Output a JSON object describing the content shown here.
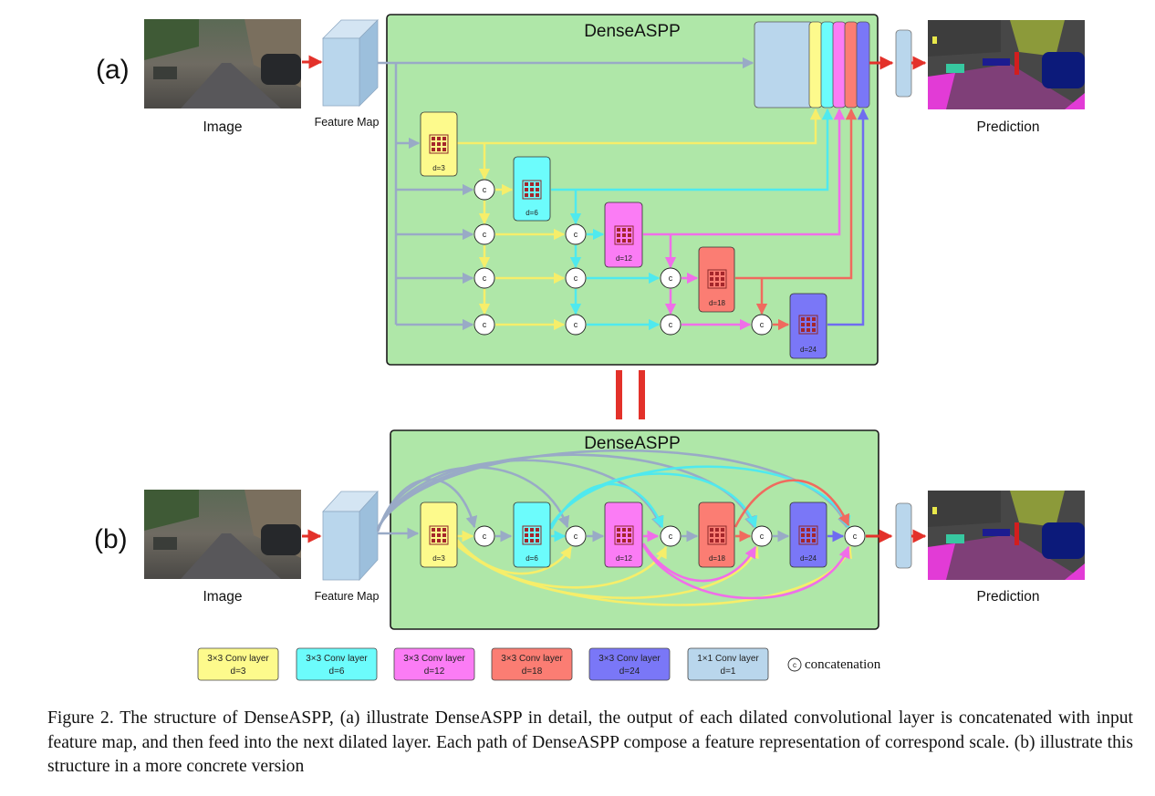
{
  "panel_a": {
    "label": "(a)",
    "title": "DenseASPP",
    "image_label": "Image",
    "feature_map_label": "Feature Map",
    "prediction_label": "Prediction",
    "layers": [
      "d=3",
      "d=6",
      "d=12",
      "d=18",
      "d=24"
    ],
    "concat_symbol": "c"
  },
  "equals_sign_color": "#e3312a",
  "panel_b": {
    "label": "(b)",
    "title": "DenseASPP",
    "image_label": "Image",
    "feature_map_label": "Feature Map",
    "prediction_label": "Prediction",
    "layers": [
      "d=3",
      "d=6",
      "d=12",
      "d=18",
      "d=24"
    ],
    "concat_symbol": "c"
  },
  "legend": {
    "items": [
      {
        "line1": "3×3 Conv layer",
        "line2": "d=3",
        "color": "#fdfa8c"
      },
      {
        "line1": "3×3 Conv layer",
        "line2": "d=6",
        "color": "#6cfcfc"
      },
      {
        "line1": "3×3 Conv layer",
        "line2": "d=12",
        "color": "#fb7cf5"
      },
      {
        "line1": "3×3 Conv layer",
        "line2": "d=18",
        "color": "#fb7d73"
      },
      {
        "line1": "3×3 Conv layer",
        "line2": "d=24",
        "color": "#7a77f7"
      },
      {
        "line1": "1×1 Conv layer",
        "line2": "d=1",
        "color": "#b9d6ec"
      }
    ],
    "concat_symbol": "c",
    "concat_label": "concatenation"
  },
  "colors": {
    "module_bg": "#afe7a8",
    "feature_map": "#b9d6ec",
    "arrow_gray": "#99aac6",
    "arrow_red": "#e3312a",
    "d3": "#fdfa8c",
    "d6": "#6cfcfc",
    "d12": "#fb7cf5",
    "d18": "#fb7d73",
    "d24": "#7a77f7"
  },
  "caption": "Figure 2. The structure of DenseASPP, (a) illustrate DenseASPP in detail, the output of each dilated convolutional layer is concatenated with input feature map, and then feed into the next dilated layer. Each path of DenseASPP compose a feature representation of correspond scale. (b) illustrate this structure in a more concrete version"
}
